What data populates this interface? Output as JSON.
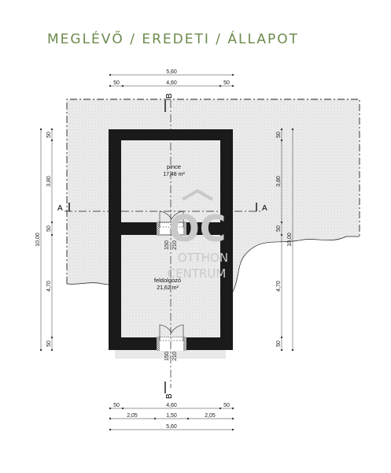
{
  "title": "MEGLÉVŐ / EREDETI / ÁLLAPOT",
  "rooms": [
    {
      "name": "pince",
      "area": "17,48 m²"
    },
    {
      "name": "feldolgozó",
      "area": "21,62 m²"
    }
  ],
  "section_labels": {
    "a": "A",
    "b": "B"
  },
  "dimensions": {
    "top": {
      "total": "5,60",
      "left_margin": "50",
      "inner": "4,60",
      "right_margin": "50"
    },
    "bottom": {
      "left_margin": "50",
      "inner": "4,60",
      "right_margin": "50",
      "seg1": "2,05",
      "seg2": "1,50",
      "seg3": "2,05",
      "total": "5,60"
    },
    "left": {
      "total": "10,00",
      "top_margin": "50",
      "upper": "3,80",
      "middle": "50",
      "lower": "4,70",
      "bottom_margin": "50"
    },
    "right": {
      "total": "10,00",
      "top_margin": "50",
      "upper": "3,80",
      "middle": "50",
      "lower": "4,70",
      "bottom_margin": "50"
    },
    "door_inner": {
      "width": "150",
      "height": "210"
    },
    "door_entry": {
      "width": "150",
      "height": "210"
    }
  },
  "watermark": {
    "logo": "OC",
    "line1": "OTTHON",
    "line2": "CENTRUM"
  },
  "colors": {
    "title": "#6c8a4c",
    "wall": "#1a1a1a",
    "terrain": "#e9e9e9",
    "watermark": "#c9c9c9"
  }
}
